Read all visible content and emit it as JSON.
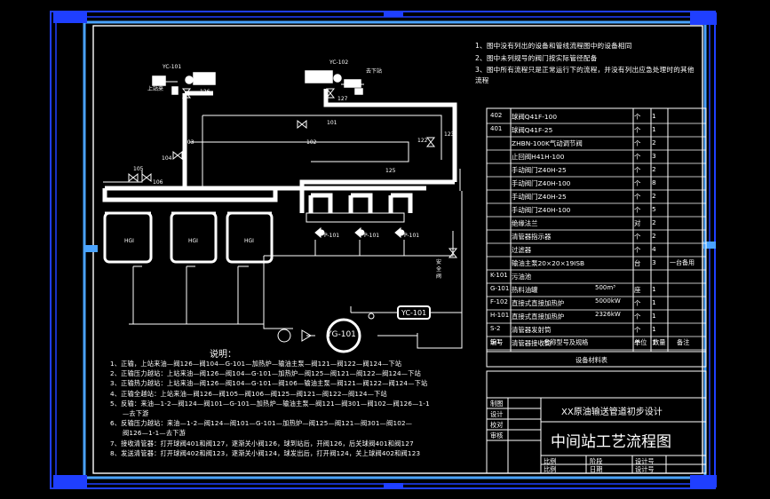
{
  "notes": [
    "1、图中没有列出的设备和管线流程图中的设备相同",
    "2、图中未列规号的阀门按实际管径配备",
    "3、图中所有流程只是正常运行下的流程，并没有列出应急处理时的其他流程"
  ],
  "bom": {
    "rows": [
      {
        "code": "402",
        "name": "球阀Q41F-100",
        "spec": "",
        "unit": "个",
        "qty": "1",
        "remark": ""
      },
      {
        "code": "401",
        "name": "球阀Q41F-25",
        "spec": "",
        "unit": "个",
        "qty": "1",
        "remark": ""
      },
      {
        "code": "",
        "name": "ZHBN-100K气动调节阀",
        "spec": "",
        "unit": "个",
        "qty": "2",
        "remark": ""
      },
      {
        "code": "",
        "name": "止回阀H41H-100",
        "spec": "",
        "unit": "个",
        "qty": "3",
        "remark": ""
      },
      {
        "code": "",
        "name": "手动阀门Z40H-25",
        "spec": "",
        "unit": "个",
        "qty": "2",
        "remark": ""
      },
      {
        "code": "",
        "name": "手动阀门Z40H-100",
        "spec": "",
        "unit": "个",
        "qty": "8",
        "remark": ""
      },
      {
        "code": "",
        "name": "手动阀门Z40H-25",
        "spec": "",
        "unit": "个",
        "qty": "2",
        "remark": ""
      },
      {
        "code": "",
        "name": "手动阀门Z40H-100",
        "spec": "",
        "unit": "个",
        "qty": "5",
        "remark": ""
      },
      {
        "code": "",
        "name": "绝缘法兰",
        "spec": "",
        "unit": "对",
        "qty": "2",
        "remark": ""
      },
      {
        "code": "",
        "name": "清管器指示器",
        "spec": "",
        "unit": "个",
        "qty": "2",
        "remark": ""
      },
      {
        "code": "",
        "name": "过滤器",
        "spec": "",
        "unit": "个",
        "qty": "4",
        "remark": ""
      },
      {
        "code": "",
        "name": "输油主泵20×20×19ISB",
        "spec": "",
        "unit": "台",
        "qty": "3",
        "remark": "一台备用"
      },
      {
        "code": "K-101",
        "name": "污油池",
        "spec": "",
        "unit": "",
        "qty": "",
        "remark": ""
      },
      {
        "code": "G-101",
        "name": "热料油罐",
        "spec": "500m³",
        "unit": "座",
        "qty": "1",
        "remark": ""
      },
      {
        "code": "F-102",
        "name": "直接式直接加热炉",
        "spec": "5000kW",
        "unit": "个",
        "qty": "1",
        "remark": ""
      },
      {
        "code": "H-101",
        "name": "直接式直接加热炉",
        "spec": "2326kW",
        "unit": "个",
        "qty": "1",
        "remark": ""
      },
      {
        "code": "S-2",
        "name": "清管器发射筒",
        "spec": "",
        "unit": "个",
        "qty": "1",
        "remark": ""
      },
      {
        "code": "S-1",
        "name": "清管器接收筒",
        "spec": "",
        "unit": "个",
        "qty": "1",
        "remark": ""
      }
    ],
    "header": {
      "code": "编号",
      "name": "名称型号及规格",
      "unit": "单位",
      "qty": "数量",
      "remark": "备注"
    },
    "caption": "设备材料表"
  },
  "title_block": {
    "subtitle": "XX原油输送管道初步设计",
    "title": "中间站工艺流程图",
    "left_labels": [
      "制图",
      "设计",
      "校对",
      "审核"
    ],
    "bottom": [
      [
        "比例",
        "阶段",
        "设计号"
      ],
      [
        "比例",
        "日期",
        "设计号"
      ]
    ]
  },
  "legend": {
    "heading": "说明：",
    "lines": [
      "1、正输，上站来油—阀126—阀104—G-101—加热炉—输油主泵—阀121—阀122—阀124—下站",
      "2、正输压力越站：上站来油—阀126—阀104—G-101—加热炉—阀125—阀121—阀122—阀124—下站",
      "3、正输热力越站：上站来油—阀126—阀104—G-101—阀106—输油主泵—阀121—阀122—阀124—下站",
      "4、正输全越站：上站来油—阀126—阀105—阀106—阀125—阀121—阀122—阀124—下站",
      "5、反输：来油—1-2—阀124—阀101—G-101—加热炉—输油主泵—阀121—阀301—阀102—阀126—1-1",
      "—去下游",
      "6、反输压力越站：来油—1-2—阀124—阀101—G-101—加热炉—阀125—阀121—阀301—阀102—",
      "阀126—1-1—去下游",
      "7、接收清管器：打开球阀401和阀127，逐渐关小阀126，球到站后，开阀126，后关球阀401和阀127",
      "8、发送清管器：打开球阀402和阀123，逐渐关小阀124，球发出后，打开阀124，关上球阀402和阀123"
    ]
  },
  "diagram": {
    "tags_top": [
      "YC-101",
      "YC-102",
      "去下站",
      "上站来"
    ],
    "furnace_label": "YG-101",
    "furnace2_label": "YC-101",
    "pump_labels": [
      "P-101",
      "P-101",
      "P-101"
    ],
    "heater_labels": [
      "HGI",
      "HGI",
      "HGI"
    ],
    "safety_valve_label": "安全阀",
    "misc_labels": [
      "101",
      "102",
      "103",
      "104",
      "105",
      "106",
      "122",
      "123",
      "125",
      "126",
      "127"
    ]
  },
  "colors": {
    "frame": "#1f3fff",
    "pipe": "#ffffff",
    "accent": "#4aa3ff"
  }
}
